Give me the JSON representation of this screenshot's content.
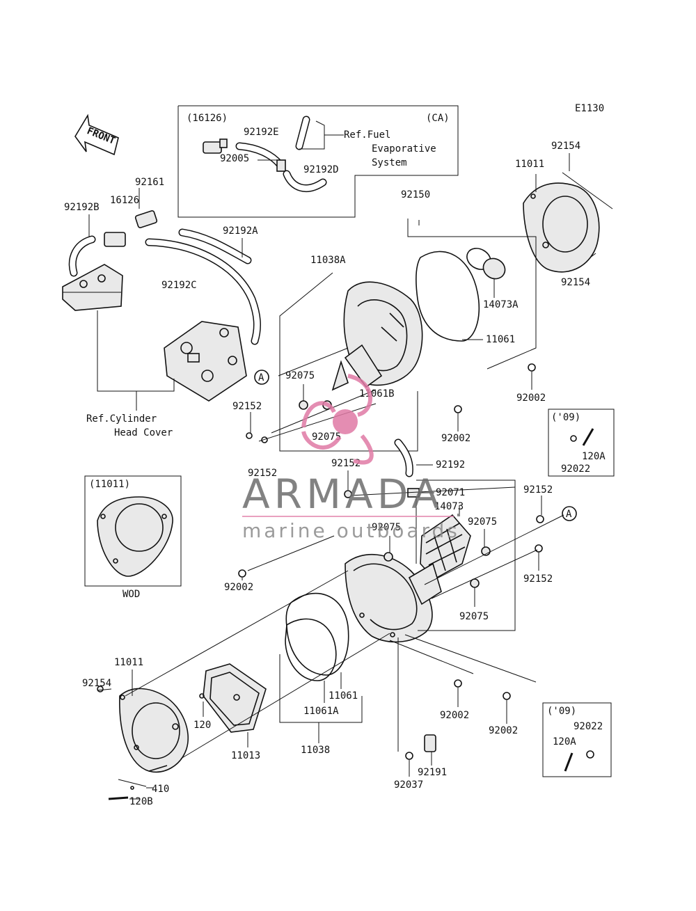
{
  "diagram_code": "E1130",
  "front_label": "FRONT",
  "watermark": {
    "brand": "ARMADA",
    "subtitle": "marine outboards",
    "color": "#e07aa5"
  },
  "callouts": {
    "ca_variant": "(CA)",
    "ref_fuel_1": "Ref.Fuel",
    "ref_fuel_2": "Evaporative",
    "ref_fuel_3": "System",
    "ref_cyl_1": "Ref.Cylinder",
    "ref_cyl_2": "Head Cover",
    "wod": "WOD",
    "inset_11011": "(11011)",
    "year_09_top": "('09)",
    "year_09_bottom": "('09)",
    "marker_a": "A"
  },
  "part_numbers": {
    "p16126_ca": "(16126)",
    "p92192E": "92192E",
    "p92005": "92005",
    "p92192D": "92192D",
    "p92161": "92161",
    "p16126": "16126",
    "p92192B": "92192B",
    "p92192A": "92192A",
    "p92192C": "92192C",
    "p92154_top": "92154",
    "p11011_top": "11011",
    "p92154_right": "92154",
    "p92150": "92150",
    "p11038A": "11038A",
    "p14073A": "14073A",
    "p11061_top": "11061",
    "p92002_r1": "92002",
    "p92075_a": "92075",
    "p11061B": "11061B",
    "p92152_a": "92152",
    "p92075_b": "92075",
    "p92002_r2": "92002",
    "p92152_b": "92152",
    "p120A_top": "120A",
    "p92022_top": "92022",
    "p92192": "92192",
    "p92152_c": "92152",
    "p92071": "92071",
    "p14073": "14073",
    "p92152_d": "92152",
    "p92075_c": "92075",
    "p92075_d": "92075",
    "p92002_l": "92002",
    "p92152_e": "92152",
    "p92075_e": "92075",
    "p11011_bot": "11011",
    "p92154_bot": "92154",
    "p120": "120",
    "p11061_bot": "11061",
    "p11061A": "11061A",
    "p92002_b1": "92002",
    "p92002_b2": "92002",
    "p11013": "11013",
    "p11038": "11038",
    "p410": "410",
    "p120B": "120B",
    "p92191": "92191",
    "p92037": "92037",
    "p92022_bot": "92022",
    "p120A_bot": "120A"
  }
}
